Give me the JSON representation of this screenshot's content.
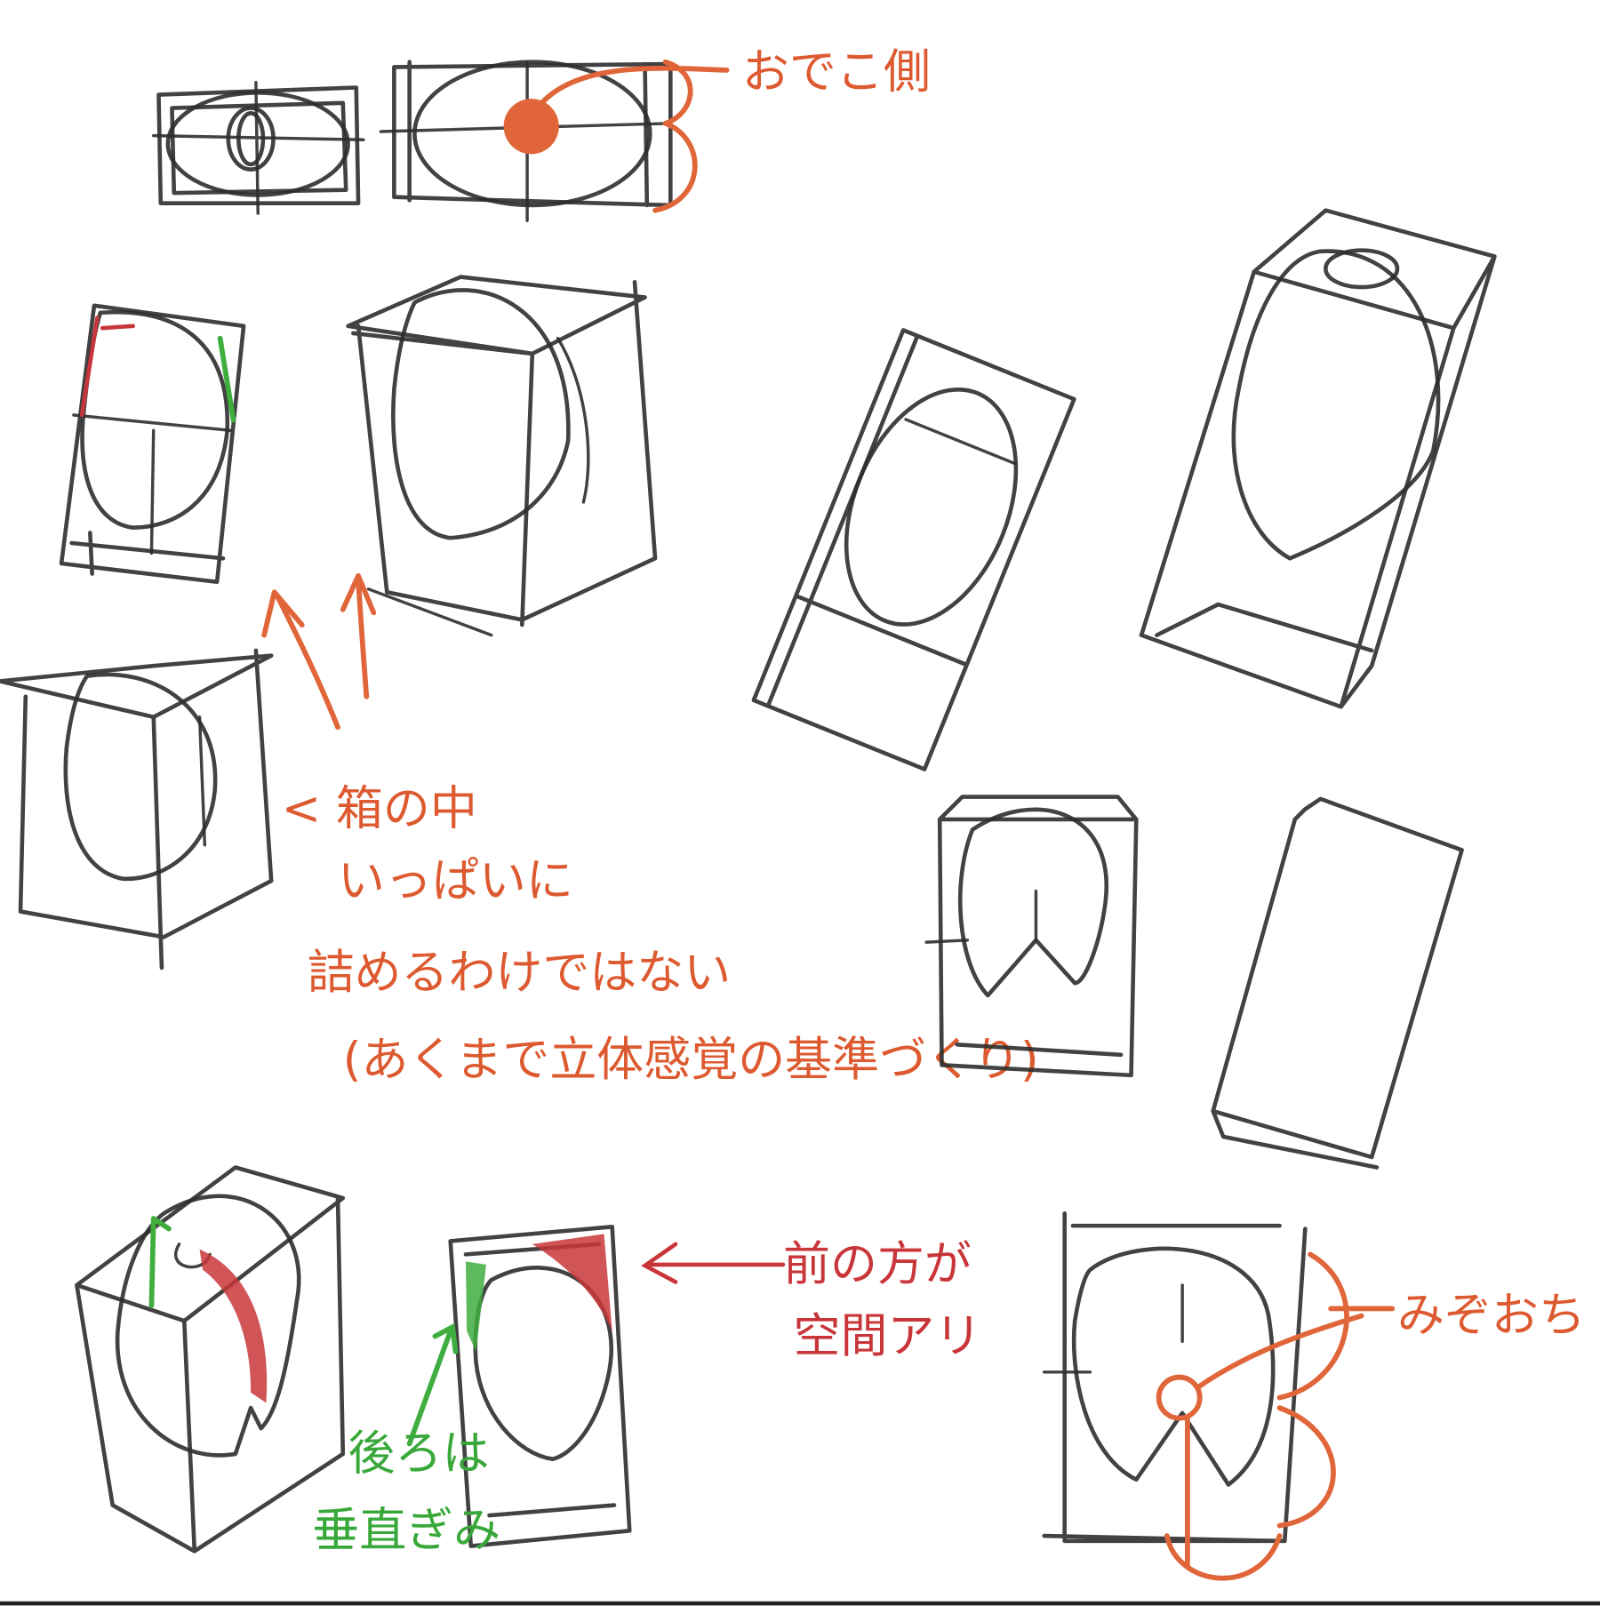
{
  "annotations": {
    "forehead_side": "おでこ側",
    "box_note_line1": "< 箱の中",
    "box_note_line2": "いっぱいに",
    "box_note_line3": "詰めるわけではない",
    "box_note_line4": "(あくまで立体感覚の基準づくり)",
    "front_space_line1": "前の方が",
    "front_space_line2": "空間アリ",
    "solar_plexus": "みぞおち",
    "back_line1": "後ろは",
    "back_line2": "垂直ぎみ"
  },
  "colors": {
    "ink": "#2e2e2e",
    "orange": "#e0663a",
    "red": "#c9363a",
    "green": "#3fae3f"
  }
}
